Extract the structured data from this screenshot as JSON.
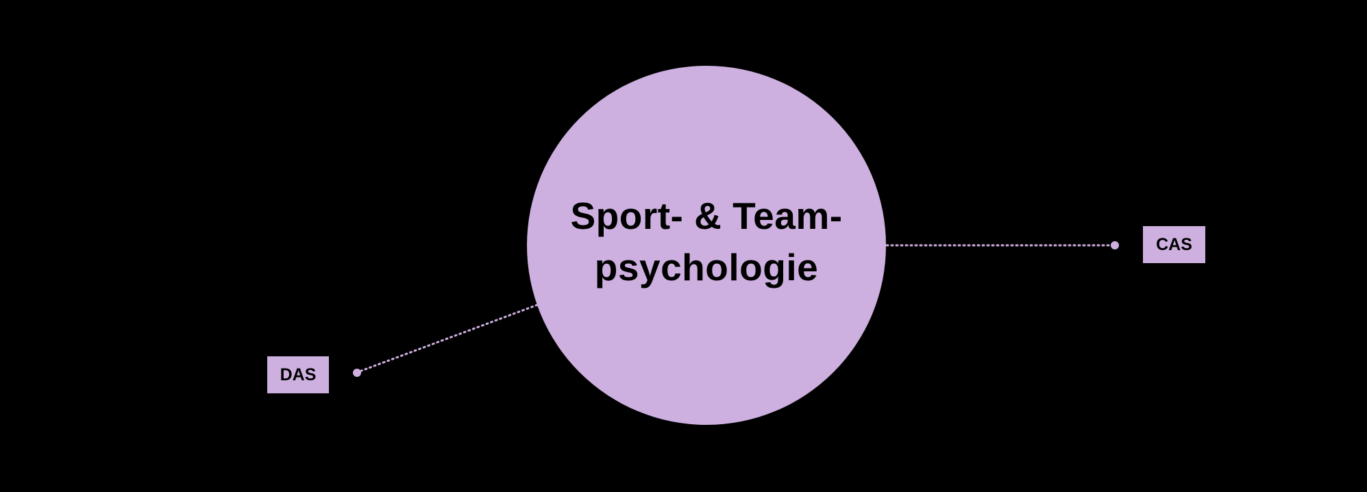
{
  "hub": {
    "line1": "Sport- & Team-",
    "line2": "psychologie"
  },
  "nodes": [
    {
      "id": "cas",
      "label": "CAS"
    },
    {
      "id": "das",
      "label": "DAS"
    }
  ],
  "colors": {
    "background": "#000000",
    "accent": "#CDB0DF",
    "text": "#000000",
    "connector": "#CDB0DF"
  }
}
